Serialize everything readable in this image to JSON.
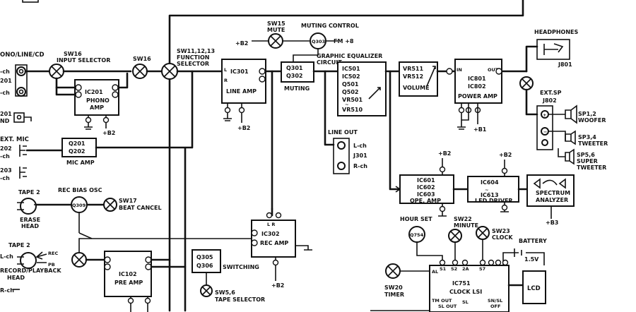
{
  "labels": {
    "phono_line_cd": "ONO/LINE/CD",
    "lch1": "-ch",
    "j201": "201",
    "rch1": "-ch",
    "j201_gnd_a": "201",
    "j201_gnd_b": "ND",
    "ext_mic": "EXT. MIC",
    "j202": "202",
    "j202_ch": "-ch",
    "j203": "203",
    "j203_ch": "-ch",
    "tape2_a": "TAPE 2",
    "erase_head_a": "ERASE",
    "erase_head_b": "HEAD",
    "tape2_b": "TAPE 2",
    "lch_tape": "L-ch",
    "rec_pb_head_a": "RECORD/PLAYBACK",
    "rec_pb_head_b": "HEAD",
    "rch_tape": "R-ch",
    "sw16_a": "SW16",
    "sw16_b": "INPUT SELECTOR",
    "sw16_c": "SW16",
    "ic201_a": "IC201",
    "ic201_b": "PHONO",
    "ic201_c": "AMP",
    "b2_ic201": "+B2",
    "q201_a": "Q201",
    "q201_b": "Q202",
    "mic_amp": "MIC AMP",
    "rec_bias_osc": "REC BIAS OSC",
    "q309": "Q309",
    "sw17_a": "SW17",
    "sw17_b": "BEAT CANCEL",
    "rec_label": "REC",
    "pb_label": "PB",
    "ic102_a": "IC102",
    "ic102_b": "PRE AMP",
    "sw11_a": "SW11,12,13",
    "sw11_b": "FUNCTION",
    "sw11_c": "SELECTOR",
    "b2_ic301": "+B2",
    "ic301_a": "IC301",
    "ic301_b": "LINE AMP",
    "b2_ic301b": "+B2",
    "sw15_a": "SW15",
    "sw15_b": "MUTE",
    "muting_control": "MUTING CONTROL",
    "q303": "Q303",
    "fm_b8": "FM +8",
    "q301_a": "Q301",
    "q301_b": "Q302",
    "muting": "MUTING",
    "ge_a": "GRAPHIC EQUALIZER",
    "ge_b": "CIRCUIT",
    "ge_ic": [
      "IC501",
      "IC502",
      "Q501",
      "Q502",
      "VR501",
      "VR510"
    ],
    "line_out": "LINE OUT",
    "lo_lch": "L-ch",
    "j301": "J301",
    "lo_rch": "R-ch",
    "ic302_a": "IC302",
    "ic302_b": "REC AMP",
    "b2_ic302": "+B2",
    "q305_a": "Q305",
    "q305_b": "Q306",
    "switching": "SWITCHING",
    "sw56_a": "SW5,6",
    "sw56_b": "TAPE SELECTOR",
    "vr_a": "VR511",
    "vr_b": "VR512",
    "vr_c": "VOLUME",
    "ic801_a": "IC801",
    "ic801_b": "IC802",
    "ic801_c": "POWER AMP",
    "b1": "+B1",
    "in_label": "IN",
    "out_label": "OUT",
    "headphones": "HEADPHONES",
    "j801": "J801",
    "ext_sp_a": "EXT.SP",
    "ext_sp_b": "J802",
    "sp12_a": "SP1,2",
    "sp12_b": "WOOFER",
    "sp34_a": "SP3,4",
    "sp34_b": "TWEETER",
    "sp56_a": "SP5,6",
    "sp56_b": "SUPER",
    "sp56_c": "TWEETER",
    "b2_ic601": "+B2",
    "ic601_a": "IC601",
    "ic601_b": "IC602",
    "ic601_c": "IC603",
    "ic601_d": "OPE. AMP",
    "b2_ic604": "+B2",
    "ic604_a": "IC604",
    "ic604_b": "IC613",
    "ic604_c": "LED DRIVER",
    "spectrum_a": "SPECTRUM",
    "spectrum_b": "ANALYZER",
    "b3": "+B3",
    "hour_set": "HOUR SET",
    "q754": "Q754",
    "sw22_a": "SW22",
    "sw22_b": "MINUTE",
    "sw23_a": "SW23",
    "sw23_b": "CLOCK",
    "battery_a": "BATTERY",
    "battery_b": "1.5V",
    "sw20_a": "SW20",
    "sw20_b": "TIMER",
    "ic751_a": "IC751",
    "ic751_b": "CLOCK LSI",
    "lcd": "LCD",
    "al": "AL",
    "s1": "S1",
    "s2": "S2",
    "s2a": "2A",
    "s7": "S7",
    "tm_out": "TM OUT",
    "sl_out": "SL OUT",
    "sl": "SL",
    "sn_sl": "SN/SL",
    "off": "OFF"
  }
}
